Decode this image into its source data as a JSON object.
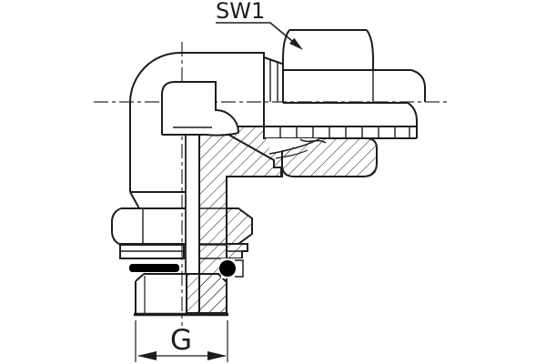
{
  "drawing": {
    "type": "technical-section-drawing",
    "subject": "90-degree elbow fitting with swivel nut and male stud thread",
    "wrench_size_label": "SW1",
    "thread_dimension_label": "G"
  },
  "colors": {
    "background": "#ffffff",
    "line": "#1d1d1d",
    "centerline": "#2e2e2e",
    "seal_black": "#000000"
  }
}
